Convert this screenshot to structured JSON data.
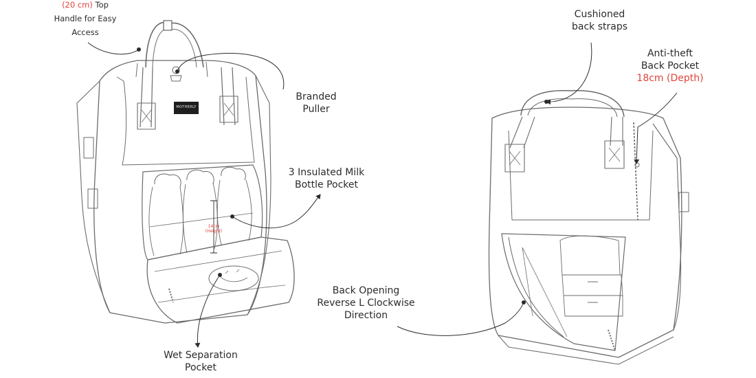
{
  "labels": {
    "top_handle": {
      "highlight": "(20 cm)",
      "line1_rest": " Top",
      "line2": "Handle for Easy",
      "line3": "Access"
    },
    "branded_puller": {
      "line1": "Branded",
      "line2": "Puller"
    },
    "milk_pocket": {
      "line1": "3 Insulated Milk",
      "line2": "Bottle Pocket"
    },
    "pocket_height": {
      "line1": "14cm",
      "line2": "(Height)"
    },
    "wet_pocket": {
      "line1": "Wet Separation",
      "line2": "Pocket"
    },
    "back_opening": {
      "line1": "Back Opening",
      "line2": "Reverse L Clockwise",
      "line3": "Direction"
    },
    "back_straps": {
      "line1": "Cushioned",
      "line2": "back straps"
    },
    "anti_theft": {
      "line1": "Anti-theft",
      "line2": "Back Pocket",
      "line3": "18cm (Depth)"
    },
    "brand_tag": "MOTHERLY"
  },
  "colors": {
    "ink": "#2b2b2b",
    "highlight": "#e0443c",
    "sketch": "#6a6a6a",
    "tag": "#1e1e1e"
  }
}
